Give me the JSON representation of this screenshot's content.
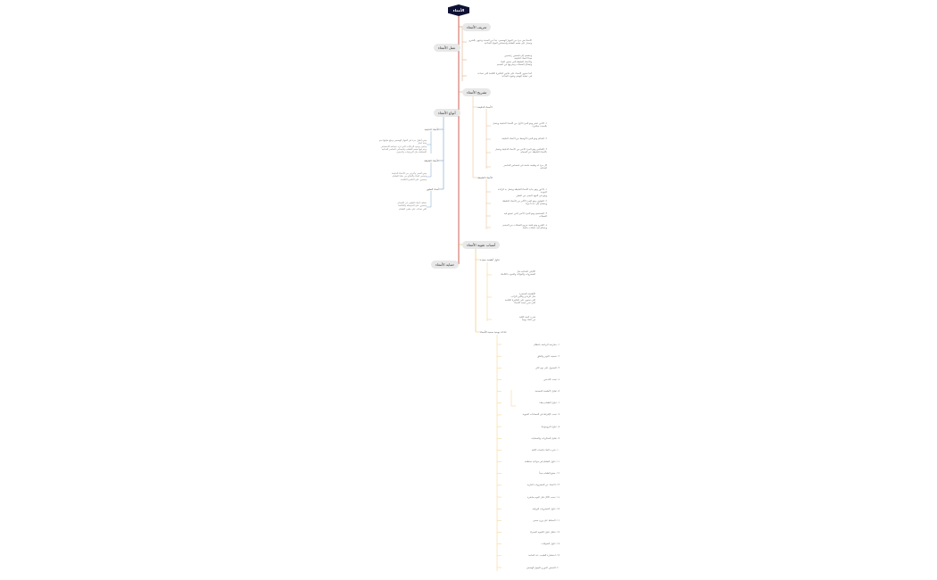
{
  "root": {
    "label": "الأمعاء"
  },
  "branches": {
    "definition": "تعريف الأمعاء",
    "role": "عمل الأمعاء",
    "anatomy": "تشريح الأمعاء",
    "types": "أنواع الأمعاء",
    "strengthen": "أسباب تقوية الأمعاء",
    "protect": "حماية الأمعاء"
  },
  "role_notes": [
    "الأمعاء هي جزء من الجهاز الهضمي، تبدأ من المعدة وتنتهي بالشرج\nوتعمل على هضم الطعام وامتصاص المواد الغذائية",
    "وتنقسم إلى قسمين رئيسيين\nهما الأمعاء الدقيقة\nوالأمعاء الغليظة التي تمتص الماء\nوتشكل الفضلات وتخرجها من الجسم",
    "كما تحتوي الأمعاء على ملايين البكتيريا النافعة التي تساعد\nفي عملية الهضم وتقوية المناعة"
  ],
  "anatomy_sub": {
    "small": "الأمعاء الدقيقة",
    "large": "الأمعاء الغليظة"
  },
  "anatomy_small_items": [
    "١- الاثني عشر وهو الجزء الأول من الأمعاء الدقيقة ويتصل\nبالمعدة مباشرة",
    "٢- الصائم وهو الجزء الأوسط من الأمعاء الدقيقة",
    "٣- اللفائفي وهو الجزء الأخير من الأمعاء الدقيقة ويتصل\nبالأمعاء الغليظة عبر الصمام",
    "كل جزء له وظيفة خاصة في امتصاص العناصر\nالغذائية"
  ],
  "anatomy_large_items": [
    "١- الأعور وهو بداية الأمعاء الغليظة ويتصل به الزائدة الدودية\nويقع في الجهة اليمنى من البطن",
    "٢- القولون وهو الجزء الأكبر من الأمعاء الغليظة\nوينقسم إلى عدة أجزاء",
    "٣- المستقيم وهو الجزء الأخير الذي تتجمع فيه\nالفضلات",
    "٤- الشرج وهو فتحة خروج الفضلات من الجسم\nويتحكم فيه عضلات خاصة"
  ],
  "types_sub": [
    "الأمعاء الدقيقة",
    "الأمعاء الغليظة",
    "أمعاء الطيور"
  ],
  "types_notes": [
    "وهي أطول جزء في الجهاز الهضمي ويبلغ طولها نحو ستة أمتار\nوتتميز بوجود الزغابات التي تزيد مساحة الامتصاص\nويتم فيها هضم الطعام وامتصاص العناصر الغذائية\nالمختلفة مثل البروتينات والدهون",
    "وهي أقصر وأعرض من الأمعاء الدقيقة\nوتمتص الماء والأملاح من بقايا الطعام\nوتحتوي على البكتيريا النافعة",
    "تختلف أمعاء الطيور عن الإنسان\nوتحتوي على الحوصلة والقانصة\nالتي تساعد على طحن الطعام"
  ],
  "strengthen_sub": {
    "food": "تناول أطعمة مفيدة",
    "habits": "عادات يومية صحية للأمعاء"
  },
  "strengthen_food_items": [
    "الألياف الغذائية مثل\nالخضروات والفواكه والحبوب الكاملة",
    "الأطعمة المخمرة\nمثل الزبادي واللبن الرائب\nالتي تحتوي على البكتيريا النافعة\nالتي تعزز صحة الأمعاء",
    "شرب كمية كافية\nمن الماء يومياً"
  ],
  "strengthen_habit_items": [
    "١- ممارسة الرياضة بانتظام",
    "٢- تخفيف التوتر والقلق",
    "٣- الحصول على نوم كاف",
    "٤- تجنب التدخين",
    "٥- تقليل الأطعمة المصنعة",
    "٦- تناول الطعام ببطء",
    "٧- تجنب الإفراط في المضادات الحيوية",
    "٨- تناول البروبيوتيك",
    "٩- تقليل السكريات والمحليات",
    "١٠- شرب الماء بكميات كافية",
    "١١- تناول الطعام في مواعيد منتظمة",
    "١٢- مضغ الطعام جيداً",
    "١٣- الابتعاد عن المشروبات الغازية",
    "١٤- تجنب الأكل قبل النوم مباشرة",
    "١٥- تناول الخضروات الورقية",
    "١٦- الحفاظ على وزن صحي",
    "١٧- تقليل تناول اللحوم الحمراء",
    "١٨- تناول البقوليات",
    "١٩- استشارة الطبيب عند الحاجة",
    "٢٠- الفحص الدوري للجهاز الهضمي"
  ]
}
